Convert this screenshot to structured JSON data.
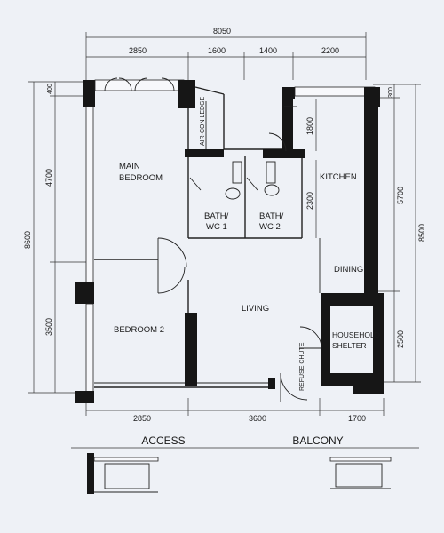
{
  "dimensions": {
    "top_total": "8050",
    "top_segments": [
      "2850",
      "1600",
      "1400",
      "2200"
    ],
    "bottom_segments": [
      "2850",
      "3600",
      "1700"
    ],
    "left_total": "8600",
    "left_upper": "4700",
    "left_lower": "3500",
    "left_small": "400",
    "right_total": "8500",
    "right_upper": "5700",
    "right_lower": "2500",
    "right_small": "300",
    "inner_1800": "1800",
    "inner_2300": "2300"
  },
  "rooms": {
    "main_bedroom": [
      "MAIN",
      "BEDROOM"
    ],
    "bedroom2": "BEDROOM 2",
    "living": "LIVING",
    "kitchen": "KITCHEN",
    "dining": "DINING",
    "bath1": [
      "BATH/",
      "WC 1"
    ],
    "bath2": [
      "BATH/",
      "WC 2"
    ],
    "household_shelter": [
      "HOUSEHOLD",
      "SHELTER"
    ],
    "aircon_ledge": "AIR-CON LEDGE",
    "refuse_chute": "REFUSE CHUTE"
  },
  "captions": {
    "access": "ACCESS",
    "balcony": "BALCONY"
  }
}
